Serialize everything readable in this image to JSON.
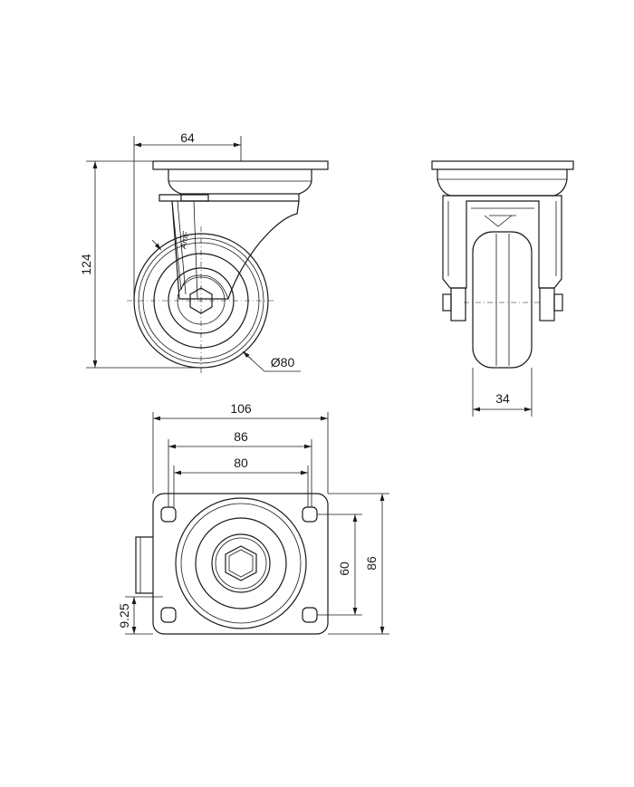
{
  "dimensions": {
    "top_plate_offset": "64",
    "total_height": "124",
    "wheel_diameter": "Ø80",
    "wheel_width": "34",
    "plate_width": "106",
    "hole_spacing_outer": "86",
    "hole_spacing_inner": "80",
    "hole_spacing_vertical": "60",
    "plate_depth": "86",
    "hole_offset": "9.25"
  },
  "brand": {
    "logo_text": "AmF"
  }
}
